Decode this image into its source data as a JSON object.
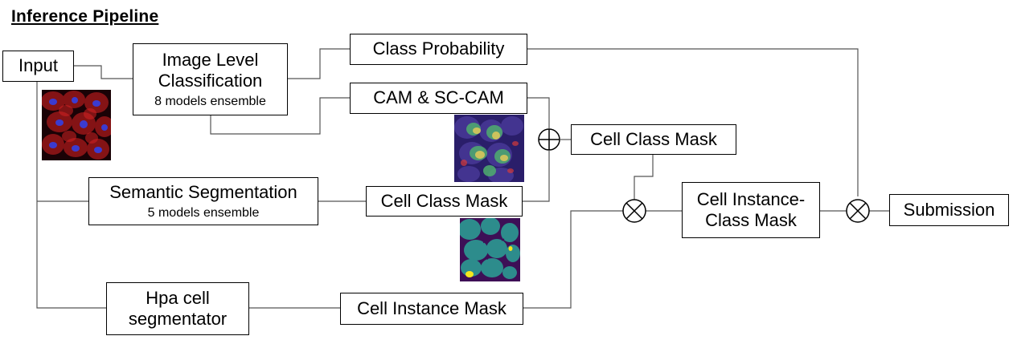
{
  "title": "Inference Pipeline",
  "nodes": {
    "input": {
      "label": "Input"
    },
    "image_level_classification": {
      "label_line1": "Image Level",
      "label_line2": "Classification",
      "note": "8 models ensemble"
    },
    "class_probability": {
      "label": "Class Probability"
    },
    "cam_sc_cam": {
      "label": "CAM & SC-CAM"
    },
    "cell_class_mask_top": {
      "label": "Cell Class Mask"
    },
    "semantic_segmentation": {
      "label": "Semantic Segmentation",
      "note": "5 models ensemble"
    },
    "cell_class_mask_mid": {
      "label": "Cell Class Mask"
    },
    "cell_instance_class_mask": {
      "label_line1": "Cell Instance-",
      "label_line2": "Class Mask"
    },
    "submission": {
      "label": "Submission"
    },
    "hpa_cell_segmentator": {
      "label_line1": "Hpa cell",
      "label_line2": "segmentator"
    },
    "cell_instance_mask": {
      "label": "Cell Instance Mask"
    }
  },
  "operators": {
    "add": "circled-plus",
    "multiply_1": "circled-times",
    "multiply_2": "circled-times"
  },
  "thumbnails": {
    "input_image": "fluorescence-cell-image",
    "cam_heatmap": "cam-heatmap-overlay",
    "segmentation_mask": "semantic-segmentation-mask"
  },
  "colors": {
    "line": "#000000",
    "wire": "#555555",
    "mask_background": "#3d0f56",
    "mask_cells": "#2d8c8c",
    "mask_highlight": "#f5e61e"
  }
}
